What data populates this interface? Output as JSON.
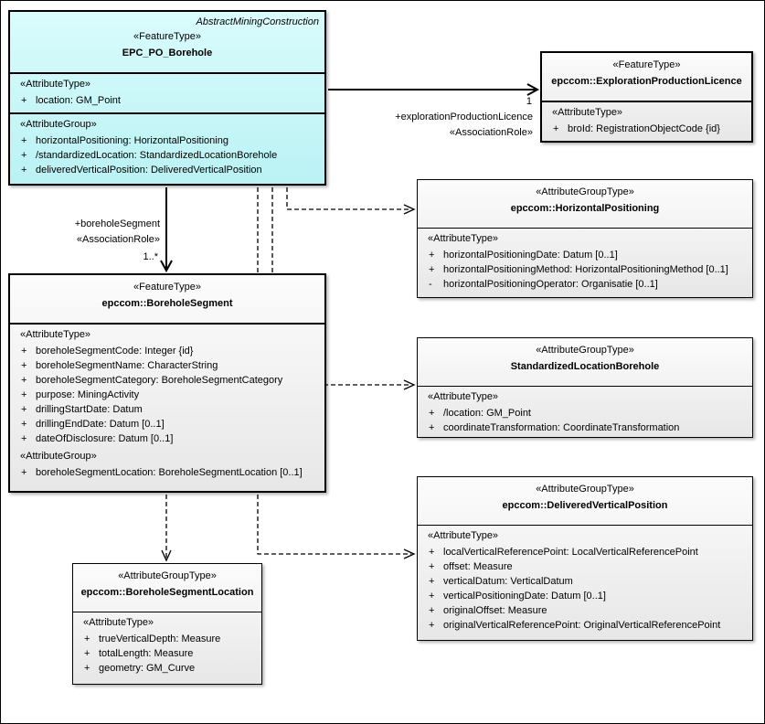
{
  "classes": [
    {
      "tag": "AbstractMiningConstruction",
      "stereotype": "«FeatureType»",
      "name": "EPC_PO_Borehole",
      "sections": [
        {
          "header": "«AttributeType»",
          "attrs": [
            {
              "vis": "+",
              "text": "location: GM_Point"
            }
          ]
        },
        {
          "header": "«AttributeGroup»",
          "attrs": [
            {
              "vis": "+",
              "text": "horizontalPositioning: HorizontalPositioning"
            },
            {
              "vis": "+",
              "text": "/standardizedLocation: StandardizedLocationBorehole"
            },
            {
              "vis": "+",
              "text": "deliveredVerticalPosition: DeliveredVerticalPosition"
            }
          ]
        }
      ]
    },
    {
      "stereotype": "«FeatureType»",
      "name": "epccom::ExplorationProductionLicence",
      "sections": [
        {
          "header": "«AttributeType»",
          "attrs": [
            {
              "vis": "+",
              "text": "broId: RegistrationObjectCode {id}"
            }
          ]
        }
      ]
    },
    {
      "stereotype": "«AttributeGroupType»",
      "name": "epccom::HorizontalPositioning",
      "sections": [
        {
          "header": "«AttributeType»",
          "attrs": [
            {
              "vis": "+",
              "text": "horizontalPositioningDate: Datum [0..1]"
            },
            {
              "vis": "+",
              "text": "horizontalPositioningMethod: HorizontalPositioningMethod [0..1]"
            },
            {
              "vis": "-",
              "text": "horizontalPositioningOperator: Organisatie [0..1]"
            }
          ]
        }
      ]
    },
    {
      "stereotype": "«AttributeGroupType»",
      "name": "StandardizedLocationBorehole",
      "sections": [
        {
          "header": "«AttributeType»",
          "attrs": [
            {
              "vis": "+",
              "text": "/location: GM_Point"
            },
            {
              "vis": "+",
              "text": "coordinateTransformation: CoordinateTransformation"
            }
          ]
        }
      ]
    },
    {
      "stereotype": "«AttributeGroupType»",
      "name": "epccom::DeliveredVerticalPosition",
      "sections": [
        {
          "header": "«AttributeType»",
          "attrs": [
            {
              "vis": "+",
              "text": "localVerticalReferencePoint: LocalVerticalReferencePoint"
            },
            {
              "vis": "+",
              "text": "offset: Measure"
            },
            {
              "vis": "+",
              "text": "verticalDatum: VerticalDatum"
            },
            {
              "vis": "+",
              "text": "verticalPositioningDate: Datum [0..1]"
            },
            {
              "vis": "+",
              "text": "originalOffset: Measure"
            },
            {
              "vis": "+",
              "text": "originalVerticalReferencePoint: OriginalVerticalReferencePoint"
            }
          ]
        }
      ]
    },
    {
      "stereotype": "«FeatureType»",
      "name": "epccom::BoreholeSegment",
      "sections": [
        {
          "header": "«AttributeType»",
          "attrs": [
            {
              "vis": "+",
              "text": "boreholeSegmentCode: Integer {id}"
            },
            {
              "vis": "+",
              "text": "boreholeSegmentName: CharacterString"
            },
            {
              "vis": "+",
              "text": "boreholeSegmentCategory: BoreholeSegmentCategory"
            },
            {
              "vis": "+",
              "text": "purpose: MiningActivity"
            },
            {
              "vis": "+",
              "text": "drillingStartDate: Datum"
            },
            {
              "vis": "+",
              "text": "drillingEndDate: Datum [0..1]"
            },
            {
              "vis": "+",
              "text": "dateOfDisclosure: Datum [0..1]"
            }
          ]
        },
        {
          "header": "«AttributeGroup»",
          "attrs": [
            {
              "vis": "+",
              "text": "boreholeSegmentLocation: BoreholeSegmentLocation [0..1]"
            }
          ]
        }
      ]
    },
    {
      "stereotype": "«AttributeGroupType»",
      "name": "epccom::BoreholeSegmentLocation",
      "sections": [
        {
          "header": "«AttributeType»",
          "attrs": [
            {
              "vis": "+",
              "text": "trueVerticalDepth: Measure"
            },
            {
              "vis": "+",
              "text": "totalLength: Measure"
            },
            {
              "vis": "+",
              "text": "geometry: GM_Curve"
            }
          ]
        }
      ]
    }
  ],
  "edge_labels": {
    "licence_multiplicity": "1",
    "licence_role": "+explorationProductionLicence",
    "licence_stereotype": "«AssociationRole»",
    "segment_role": "+boreholeSegment",
    "segment_stereotype": "«AssociationRole»",
    "segment_multiplicity": "1..*"
  }
}
